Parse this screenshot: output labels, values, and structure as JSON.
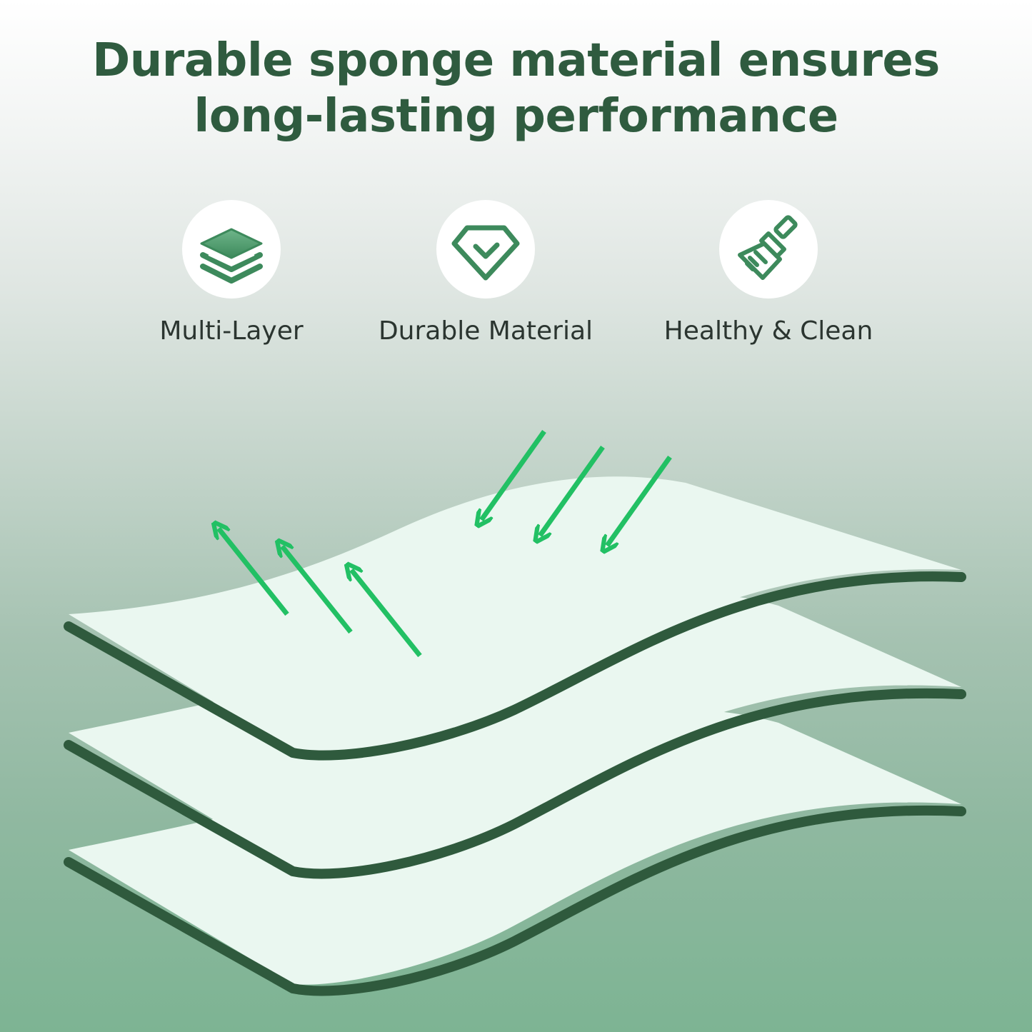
{
  "headline": {
    "line1": "Durable sponge material ensures",
    "line2": "long-lasting performance"
  },
  "features": [
    {
      "icon": "stacked-layers-icon",
      "label": "Multi-Layer"
    },
    {
      "icon": "diamond-check-icon",
      "label": "Durable Material"
    },
    {
      "icon": "paint-brush-icon",
      "label": "Healthy & Clean"
    }
  ],
  "colors": {
    "headline": "#2f5b3f",
    "layer_edge": "#2f5a3d",
    "layer_fill": "#eaf7f0",
    "arrow": "#22c064",
    "icon": "#3d8a5c"
  }
}
